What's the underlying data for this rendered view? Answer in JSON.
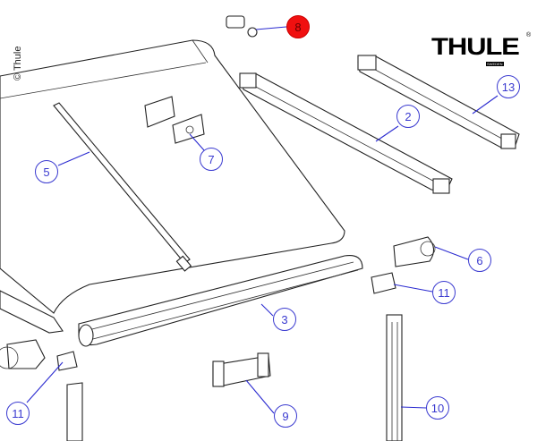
{
  "copyright": "© Thule",
  "logo": {
    "text": "THULE",
    "sub": "SWEDEN",
    "mark": "®"
  },
  "callouts": [
    {
      "id": "8",
      "highlight": true
    },
    {
      "id": "13"
    },
    {
      "id": "2"
    },
    {
      "id": "5"
    },
    {
      "id": "7"
    },
    {
      "id": "6"
    },
    {
      "id": "11"
    },
    {
      "id": "3"
    },
    {
      "id": "11"
    },
    {
      "id": "9"
    },
    {
      "id": "10"
    }
  ],
  "colors": {
    "callout": "#3a3ad0",
    "highlight": "#f01010"
  }
}
